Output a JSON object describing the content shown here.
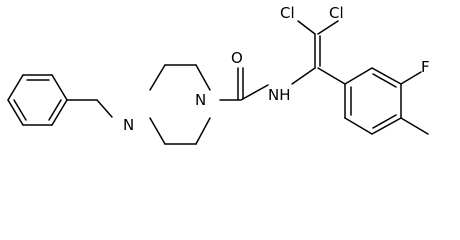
{
  "molecule": {
    "atoms": {
      "nitrogen_piperazine_right": "N",
      "nitrogen_piperazine_left": "N",
      "carbonyl_oxygen": "O",
      "amide_nh": "NH",
      "chlorine_left": "Cl",
      "chlorine_right": "Cl",
      "fluorine": "F"
    }
  }
}
